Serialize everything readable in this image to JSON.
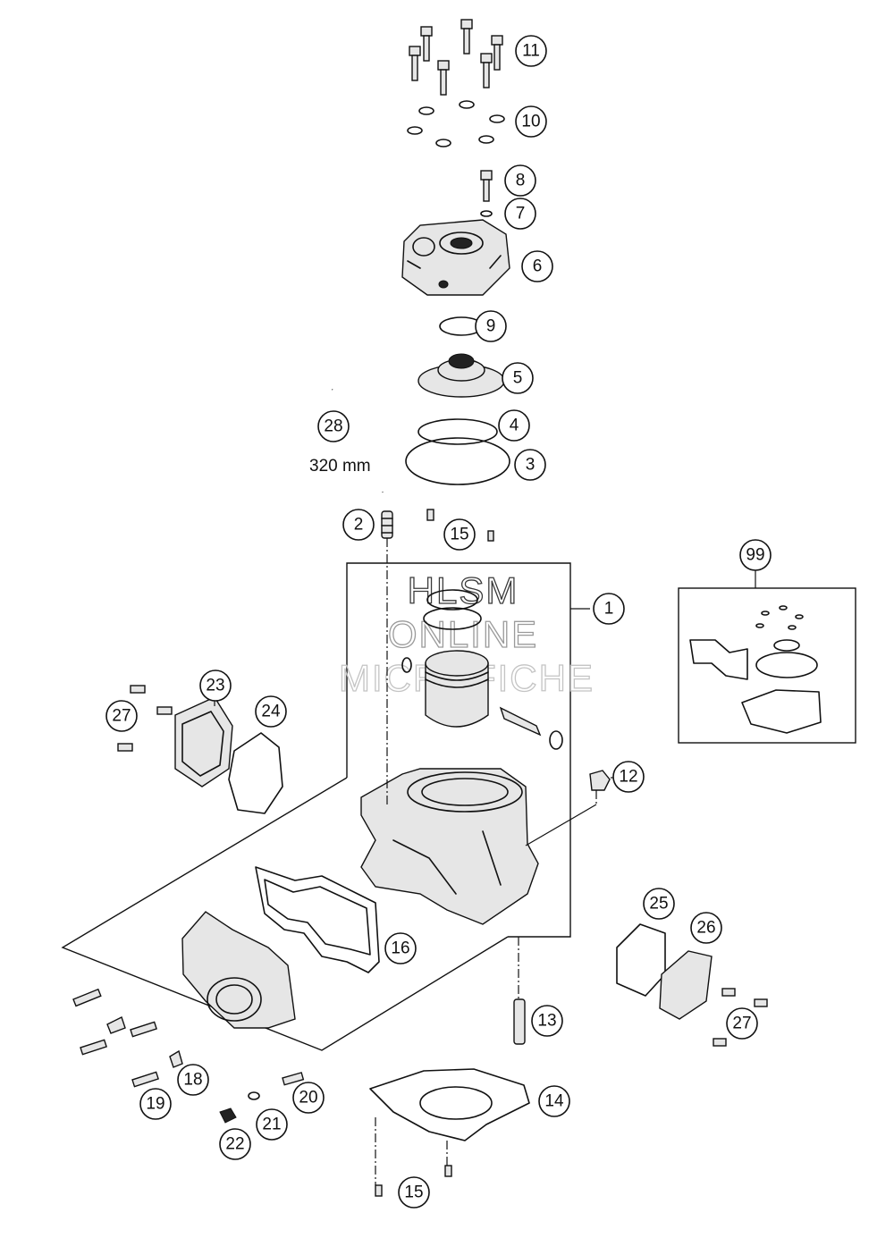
{
  "callouts": {
    "c1": "1",
    "c2": "2",
    "c3": "3",
    "c4": "4",
    "c5": "5",
    "c6": "6",
    "c7": "7",
    "c8": "8",
    "c9": "9",
    "c10": "10",
    "c11": "11",
    "c12": "12",
    "c13": "13",
    "c14": "14",
    "c15a": "15",
    "c15b": "15",
    "c16": "16",
    "c18": "18",
    "c19": "19",
    "c20": "20",
    "c21": "21",
    "c22": "22",
    "c23": "23",
    "c24": "24",
    "c25": "25",
    "c26": "26",
    "c27a": "27",
    "c27b": "27",
    "c28": "28",
    "c99": "99"
  },
  "hose_length_label": "320 mm",
  "watermark": {
    "line1": "HLSM",
    "line2": "ONLINE",
    "line3": "MICROFICHE"
  }
}
